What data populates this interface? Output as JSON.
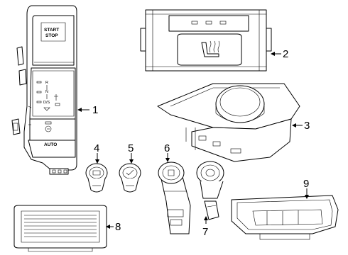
{
  "callouts": [
    "1",
    "2",
    "3",
    "4",
    "5",
    "6",
    "7",
    "8",
    "9"
  ],
  "panel_text": {
    "start": "START",
    "stop": "STOP",
    "auto": "AUTO"
  }
}
